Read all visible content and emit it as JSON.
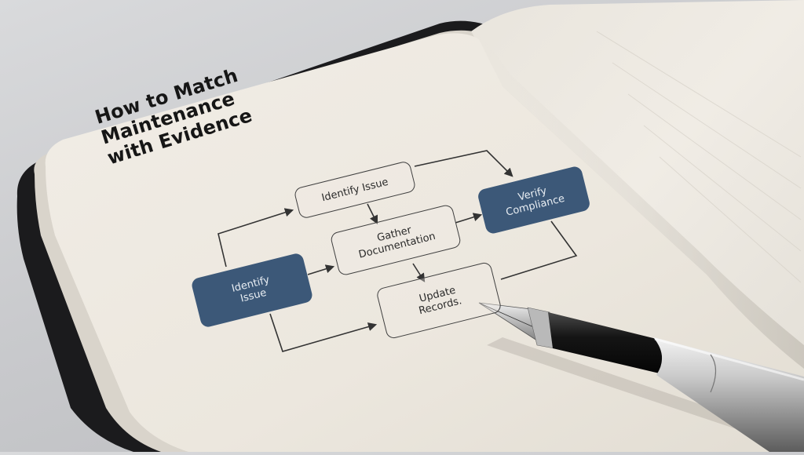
{
  "title": {
    "lines": [
      "How to Match",
      "Maintenance",
      "with Evidence"
    ]
  },
  "nodes": {
    "identify_issue_top": {
      "label": "Identify Issue"
    },
    "gather_documentation": {
      "lines": [
        "Gather",
        "Documentation"
      ]
    },
    "verify_compliance": {
      "lines": [
        "Verify",
        "Compliance"
      ]
    },
    "identify_issue_left": {
      "lines": [
        "Identify",
        "Issue"
      ]
    },
    "update_records": {
      "lines": [
        "Update",
        "Records."
      ]
    }
  },
  "colors": {
    "filled_box": "#3c5878",
    "ink": "#2e2e2e",
    "paper": "#efebe3"
  }
}
